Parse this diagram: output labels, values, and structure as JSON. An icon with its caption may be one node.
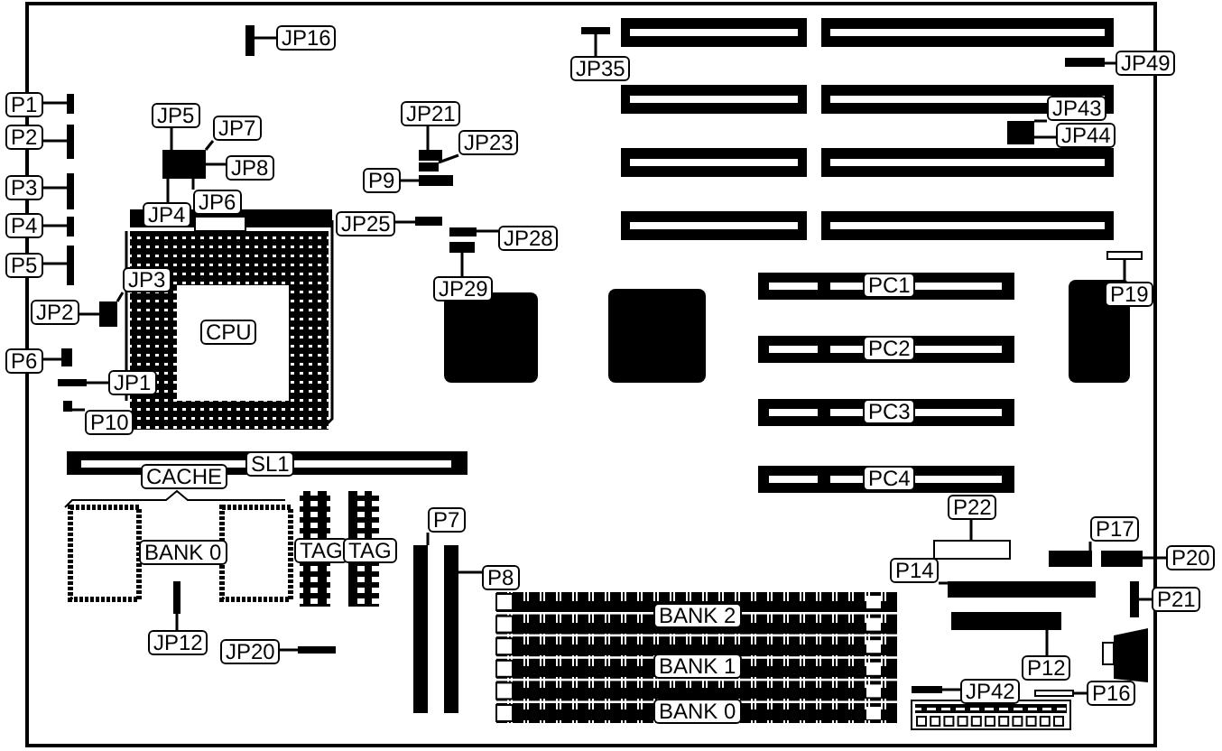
{
  "diagram": {
    "nodes": [
      {
        "text": [
          "JP16"
        ]
      },
      {
        "text": [
          "JP35"
        ]
      },
      {
        "text": [
          "JP49"
        ]
      },
      {
        "text": [
          "P1"
        ]
      },
      {
        "text": [
          "P2"
        ]
      },
      {
        "text": [
          "JP5"
        ]
      },
      {
        "text": [
          "JP7"
        ]
      },
      {
        "text": [
          "JP21"
        ]
      },
      {
        "text": [
          "JP43"
        ]
      },
      {
        "text": [
          "JP8"
        ]
      },
      {
        "text": [
          "JP23"
        ]
      },
      {
        "text": [
          "JP44"
        ]
      },
      {
        "text": [
          "P9"
        ]
      },
      {
        "text": [
          "P3"
        ]
      },
      {
        "text": [
          "JP6"
        ]
      },
      {
        "text": [
          "JP4"
        ]
      },
      {
        "text": [
          "P4"
        ]
      },
      {
        "text": [
          "JP25"
        ]
      },
      {
        "text": [
          "JP28"
        ]
      },
      {
        "text": [
          "P5"
        ]
      },
      {
        "text": [
          "JP3"
        ]
      },
      {
        "text": [
          "JP29"
        ]
      },
      {
        "text": [
          "P19"
        ]
      },
      {
        "text": [
          "PC1"
        ]
      },
      {
        "text": [
          "JP2"
        ]
      },
      {
        "text": [
          "CPU"
        ]
      },
      {
        "text": [
          "PC2"
        ]
      },
      {
        "text": [
          "P6"
        ]
      },
      {
        "text": [
          "JP1"
        ]
      },
      {
        "text": [
          "PC3"
        ]
      },
      {
        "text": [
          "P10"
        ]
      },
      {
        "text": [
          "SL1"
        ]
      },
      {
        "text": [
          "CACHE"
        ]
      },
      {
        "text": [
          "PC4"
        ]
      },
      {
        "text": [
          "P22"
        ]
      },
      {
        "text": [
          "BANK 0"
        ]
      },
      {
        "text": [
          "TAG"
        ]
      },
      {
        "text": [
          "TAG"
        ]
      },
      {
        "text": [
          "P7"
        ]
      },
      {
        "text": [
          "P17"
        ]
      },
      {
        "text": [
          "P14"
        ]
      },
      {
        "text": [
          "P20"
        ]
      },
      {
        "text": [
          "P8"
        ]
      },
      {
        "text": [
          "P21"
        ]
      },
      {
        "text": [
          "BANK 2"
        ]
      },
      {
        "text": [
          "JP12"
        ]
      },
      {
        "text": [
          "JP20"
        ]
      },
      {
        "text": [
          "BANK 1"
        ]
      },
      {
        "text": [
          "P12"
        ]
      },
      {
        "text": [
          "JP42"
        ]
      },
      {
        "text": [
          "P16"
        ]
      },
      {
        "text": [
          "BANK 0"
        ]
      },
      {
        "text": [],
        "shape": "bar"
      },
      {
        "text": [],
        "shape": "bar"
      },
      {
        "text": [],
        "shape": "bar"
      },
      {
        "text": [],
        "shape": "bar"
      },
      {
        "text": [],
        "shape": "bar"
      },
      {
        "text": [],
        "shape": "bar"
      },
      {
        "text": [],
        "shape": "bar"
      },
      {
        "text": [],
        "shape": "bar"
      },
      {
        "text": [],
        "shape": "bar"
      },
      {
        "text": [],
        "shape": "bar"
      },
      {
        "text": [],
        "shape": "bar"
      },
      {
        "text": [],
        "shape": "bar"
      },
      {
        "text": [],
        "shape": "bar"
      },
      {
        "text": [],
        "shape": "bar"
      },
      {
        "text": [],
        "shape": "bar"
      },
      {
        "text": [],
        "shape": "bar"
      },
      {
        "text": [],
        "shape": "bar"
      },
      {
        "text": [],
        "shape": "bar"
      },
      {
        "text": [],
        "shape": "box"
      },
      {
        "text": [],
        "shape": "bar"
      },
      {
        "text": [],
        "shape": "bar"
      },
      {
        "text": [],
        "shape": "bar"
      },
      {
        "text": [],
        "shape": "box"
      },
      {
        "text": [],
        "shape": "bar"
      },
      {
        "text": [],
        "shape": "bar"
      },
      {
        "text": [],
        "shape": "bar"
      },
      {
        "text": [],
        "shape": "bar"
      },
      {
        "text": [],
        "shape": "bar"
      },
      {
        "text": [],
        "shape": "bar"
      },
      {
        "text": [],
        "shape": "bar"
      },
      {
        "text": [],
        "shape": "bar"
      },
      {
        "text": [],
        "shape": "bar"
      },
      {
        "text": [],
        "shape": "bar"
      },
      {
        "text": [],
        "shape": "box"
      }
    ],
    "edges": [
      {
        "from": 0,
        "to": 52,
        "arrow": "none"
      },
      {
        "from": 1,
        "to": 53,
        "arrow": "none"
      },
      {
        "from": 2,
        "to": 54,
        "arrow": "none"
      },
      {
        "from": 3,
        "to": 55,
        "arrow": "none"
      },
      {
        "from": 4,
        "to": 56,
        "arrow": "none"
      },
      {
        "from": 5,
        "to": 57,
        "arrow": "none"
      },
      {
        "from": 6,
        "to": 58,
        "arrow": "none"
      },
      {
        "from": 7,
        "to": 59,
        "arrow": "none"
      },
      {
        "from": 8,
        "to": 60,
        "arrow": "none"
      },
      {
        "from": 9,
        "to": 58,
        "arrow": "none"
      },
      {
        "from": 10,
        "to": 61,
        "arrow": "none"
      },
      {
        "from": 11,
        "to": 60,
        "arrow": "none"
      },
      {
        "from": 12,
        "to": 62,
        "arrow": "none"
      },
      {
        "from": 13,
        "to": 63,
        "arrow": "none"
      },
      {
        "from": 14,
        "to": 58,
        "arrow": "none"
      },
      {
        "from": 15,
        "to": 57,
        "arrow": "none"
      },
      {
        "from": 16,
        "to": 64,
        "arrow": "none"
      },
      {
        "from": 17,
        "to": 65,
        "arrow": "none"
      },
      {
        "from": 18,
        "to": 66,
        "arrow": "none"
      },
      {
        "from": 19,
        "to": 67,
        "arrow": "none"
      },
      {
        "from": 20,
        "to": 69,
        "arrow": "none"
      },
      {
        "from": 21,
        "to": 68,
        "arrow": "none"
      },
      {
        "from": 22,
        "to": 70,
        "arrow": "none"
      },
      {
        "from": 24,
        "to": 69,
        "arrow": "none"
      },
      {
        "from": 27,
        "to": 71,
        "arrow": "none"
      },
      {
        "from": 28,
        "to": 72,
        "arrow": "none"
      },
      {
        "from": 30,
        "to": 73,
        "arrow": "none"
      },
      {
        "from": 34,
        "to": 74,
        "arrow": "none"
      },
      {
        "from": 38,
        "to": 75,
        "arrow": "none"
      },
      {
        "from": 39,
        "to": 76,
        "arrow": "none"
      },
      {
        "from": 40,
        "to": 77,
        "arrow": "none"
      },
      {
        "from": 41,
        "to": 78,
        "arrow": "none"
      },
      {
        "from": 42,
        "to": 79,
        "arrow": "none"
      },
      {
        "from": 43,
        "to": 80,
        "arrow": "none"
      },
      {
        "from": 45,
        "to": 81,
        "arrow": "none"
      },
      {
        "from": 46,
        "to": 82,
        "arrow": "none"
      },
      {
        "from": 48,
        "to": 83,
        "arrow": "none"
      },
      {
        "from": 49,
        "to": 84,
        "arrow": "none"
      },
      {
        "from": 50,
        "to": 85,
        "arrow": "none"
      }
    ]
  }
}
